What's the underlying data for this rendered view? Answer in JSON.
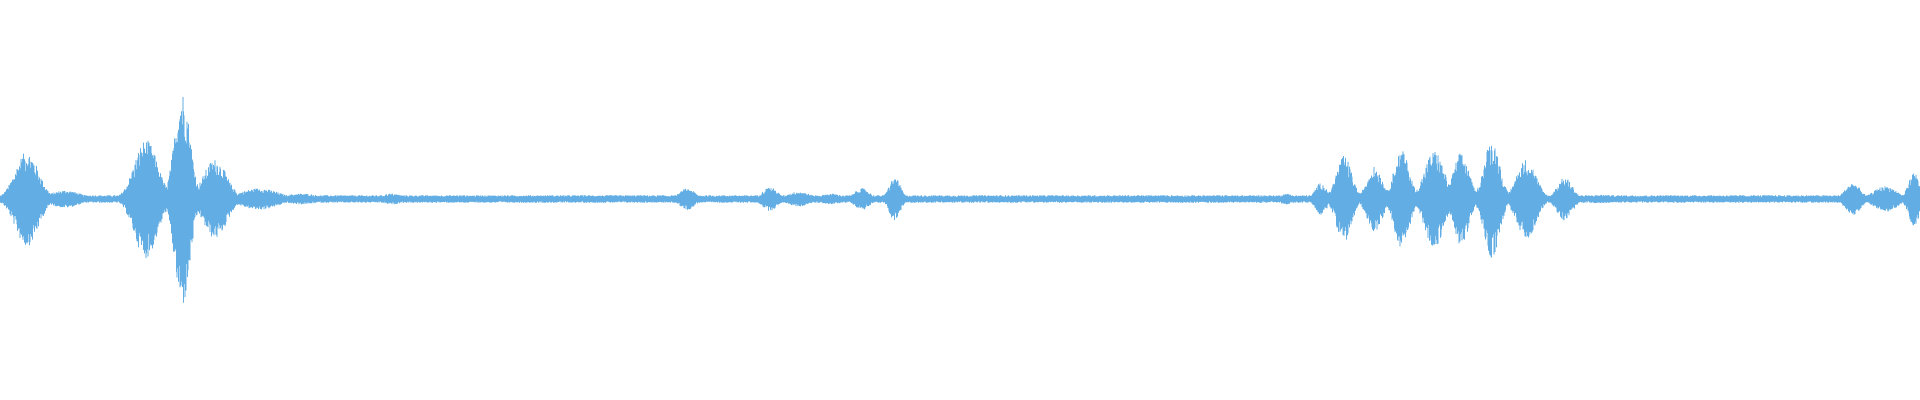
{
  "waveform": {
    "color": "#61ade4",
    "background": "#ffffff",
    "baseline_amplitude": 0.035,
    "bursts": [
      {
        "center": 0.014,
        "width": 0.006,
        "amplitude": 0.44
      },
      {
        "center": 0.034,
        "width": 0.008,
        "amplitude": 0.08
      },
      {
        "center": 0.076,
        "width": 0.006,
        "amplitude": 0.55
      },
      {
        "center": 0.095,
        "width": 0.004,
        "amplitude": 1.0
      },
      {
        "center": 0.112,
        "width": 0.006,
        "amplitude": 0.37
      },
      {
        "center": 0.135,
        "width": 0.01,
        "amplitude": 0.1
      },
      {
        "center": 0.157,
        "width": 0.01,
        "amplitude": 0.05
      },
      {
        "center": 0.204,
        "width": 0.006,
        "amplitude": 0.05
      },
      {
        "center": 0.358,
        "width": 0.004,
        "amplitude": 0.1
      },
      {
        "center": 0.401,
        "width": 0.004,
        "amplitude": 0.11
      },
      {
        "center": 0.416,
        "width": 0.006,
        "amplitude": 0.07
      },
      {
        "center": 0.433,
        "width": 0.006,
        "amplitude": 0.05
      },
      {
        "center": 0.449,
        "width": 0.004,
        "amplitude": 0.1
      },
      {
        "center": 0.466,
        "width": 0.003,
        "amplitude": 0.2
      },
      {
        "center": 0.67,
        "width": 0.004,
        "amplitude": 0.05
      },
      {
        "center": 0.688,
        "width": 0.003,
        "amplitude": 0.15
      },
      {
        "center": 0.7,
        "width": 0.004,
        "amplitude": 0.4
      },
      {
        "center": 0.716,
        "width": 0.004,
        "amplitude": 0.3
      },
      {
        "center": 0.73,
        "width": 0.004,
        "amplitude": 0.45
      },
      {
        "center": 0.747,
        "width": 0.005,
        "amplitude": 0.45
      },
      {
        "center": 0.761,
        "width": 0.004,
        "amplitude": 0.43
      },
      {
        "center": 0.777,
        "width": 0.004,
        "amplitude": 0.55
      },
      {
        "center": 0.795,
        "width": 0.005,
        "amplitude": 0.37
      },
      {
        "center": 0.815,
        "width": 0.004,
        "amplitude": 0.2
      },
      {
        "center": 0.834,
        "width": 0.01,
        "amplitude": 0.04
      },
      {
        "center": 0.875,
        "width": 0.012,
        "amplitude": 0.03
      },
      {
        "center": 0.965,
        "width": 0.004,
        "amplitude": 0.15
      },
      {
        "center": 0.982,
        "width": 0.006,
        "amplitude": 0.12
      },
      {
        "center": 0.997,
        "width": 0.003,
        "amplitude": 0.25
      }
    ]
  }
}
